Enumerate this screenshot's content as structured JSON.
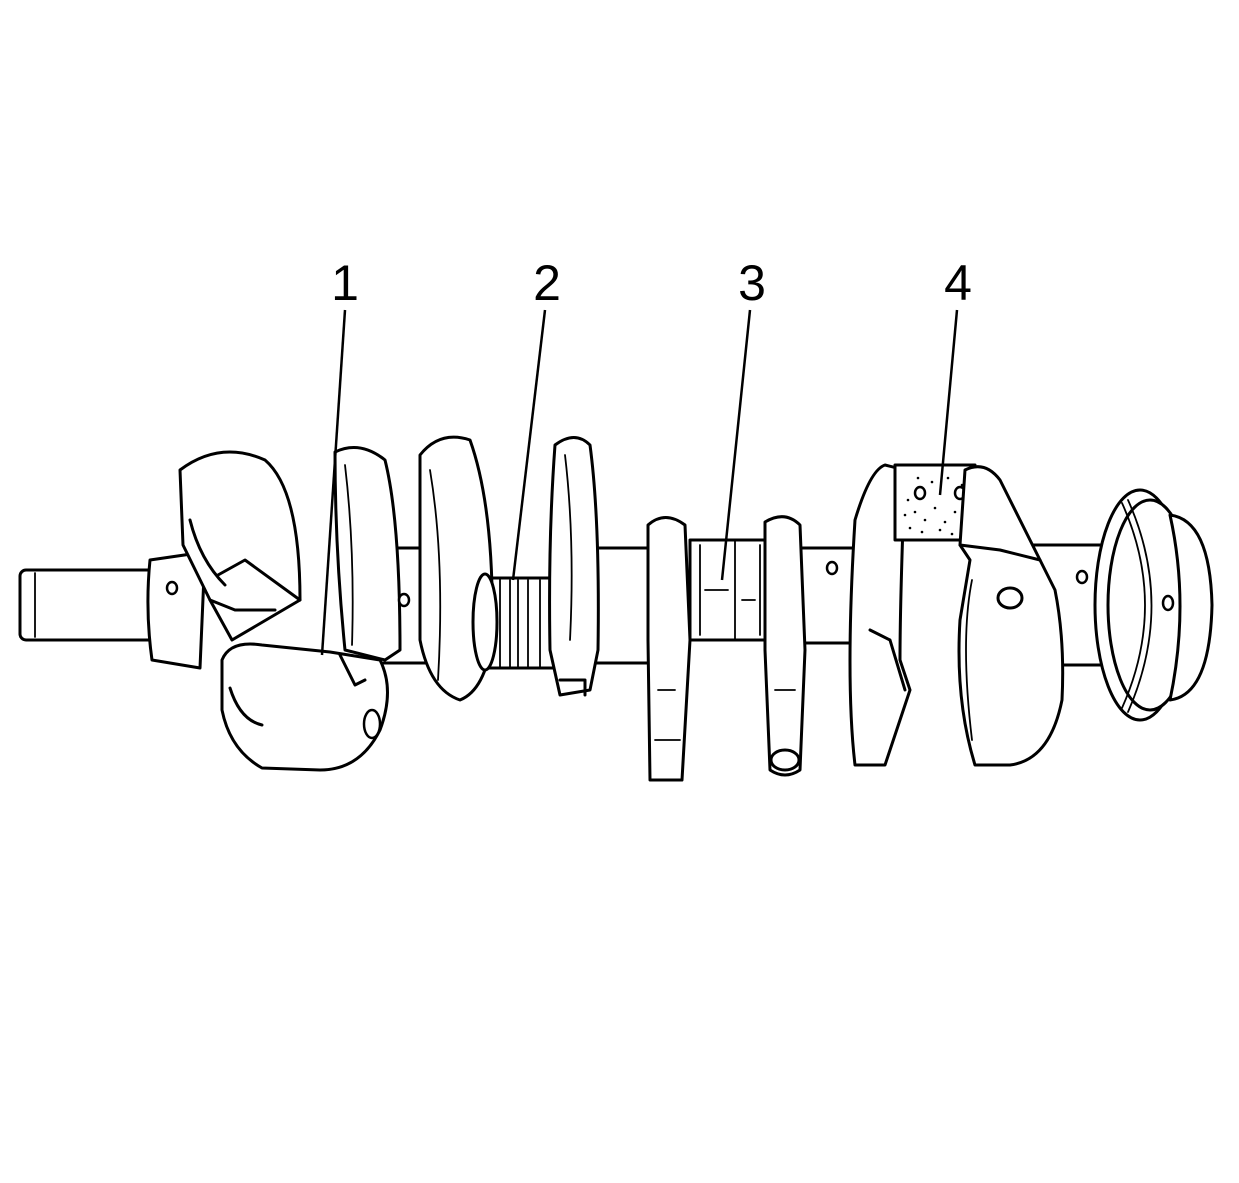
{
  "figure": {
    "colors": {
      "ink": "#000000",
      "background": "#ffffff"
    },
    "callouts": [
      {
        "id": 1,
        "label": "1"
      },
      {
        "id": 2,
        "label": "2"
      },
      {
        "id": 3,
        "label": "3"
      },
      {
        "id": 4,
        "label": "4"
      }
    ]
  }
}
